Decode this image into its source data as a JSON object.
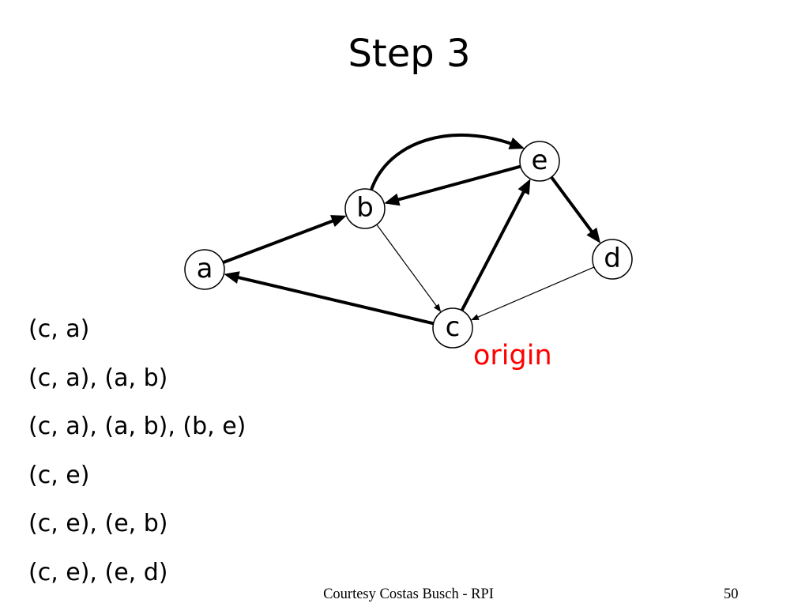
{
  "title": "Step 3",
  "graph": {
    "nodes": [
      {
        "id": "a",
        "label": "a"
      },
      {
        "id": "b",
        "label": "b"
      },
      {
        "id": "c",
        "label": "c"
      },
      {
        "id": "d",
        "label": "d"
      },
      {
        "id": "e",
        "label": "e"
      }
    ],
    "edges": [
      {
        "from": "a",
        "to": "b",
        "bold": true
      },
      {
        "from": "c",
        "to": "a",
        "bold": true
      },
      {
        "from": "c",
        "to": "e",
        "bold": true
      },
      {
        "from": "e",
        "to": "b",
        "bold": true
      },
      {
        "from": "b",
        "to": "e",
        "bold": true
      },
      {
        "from": "e",
        "to": "d",
        "bold": true
      },
      {
        "from": "b",
        "to": "c",
        "bold": false
      },
      {
        "from": "d",
        "to": "c",
        "bold": false
      }
    ],
    "origin_label": "origin"
  },
  "paths": [
    "(c, a)",
    "(c, a), (a, b)",
    "(c, a), (a, b), (b, e)",
    "(c, e)",
    "(c, e), (e, b)",
    "(c, e), (e, d)"
  ],
  "footer": {
    "credit": "Courtesy Costas Busch - RPI",
    "page": "50"
  },
  "colors": {
    "origin": "#ff0000",
    "text": "#000000",
    "background": "#ffffff"
  }
}
